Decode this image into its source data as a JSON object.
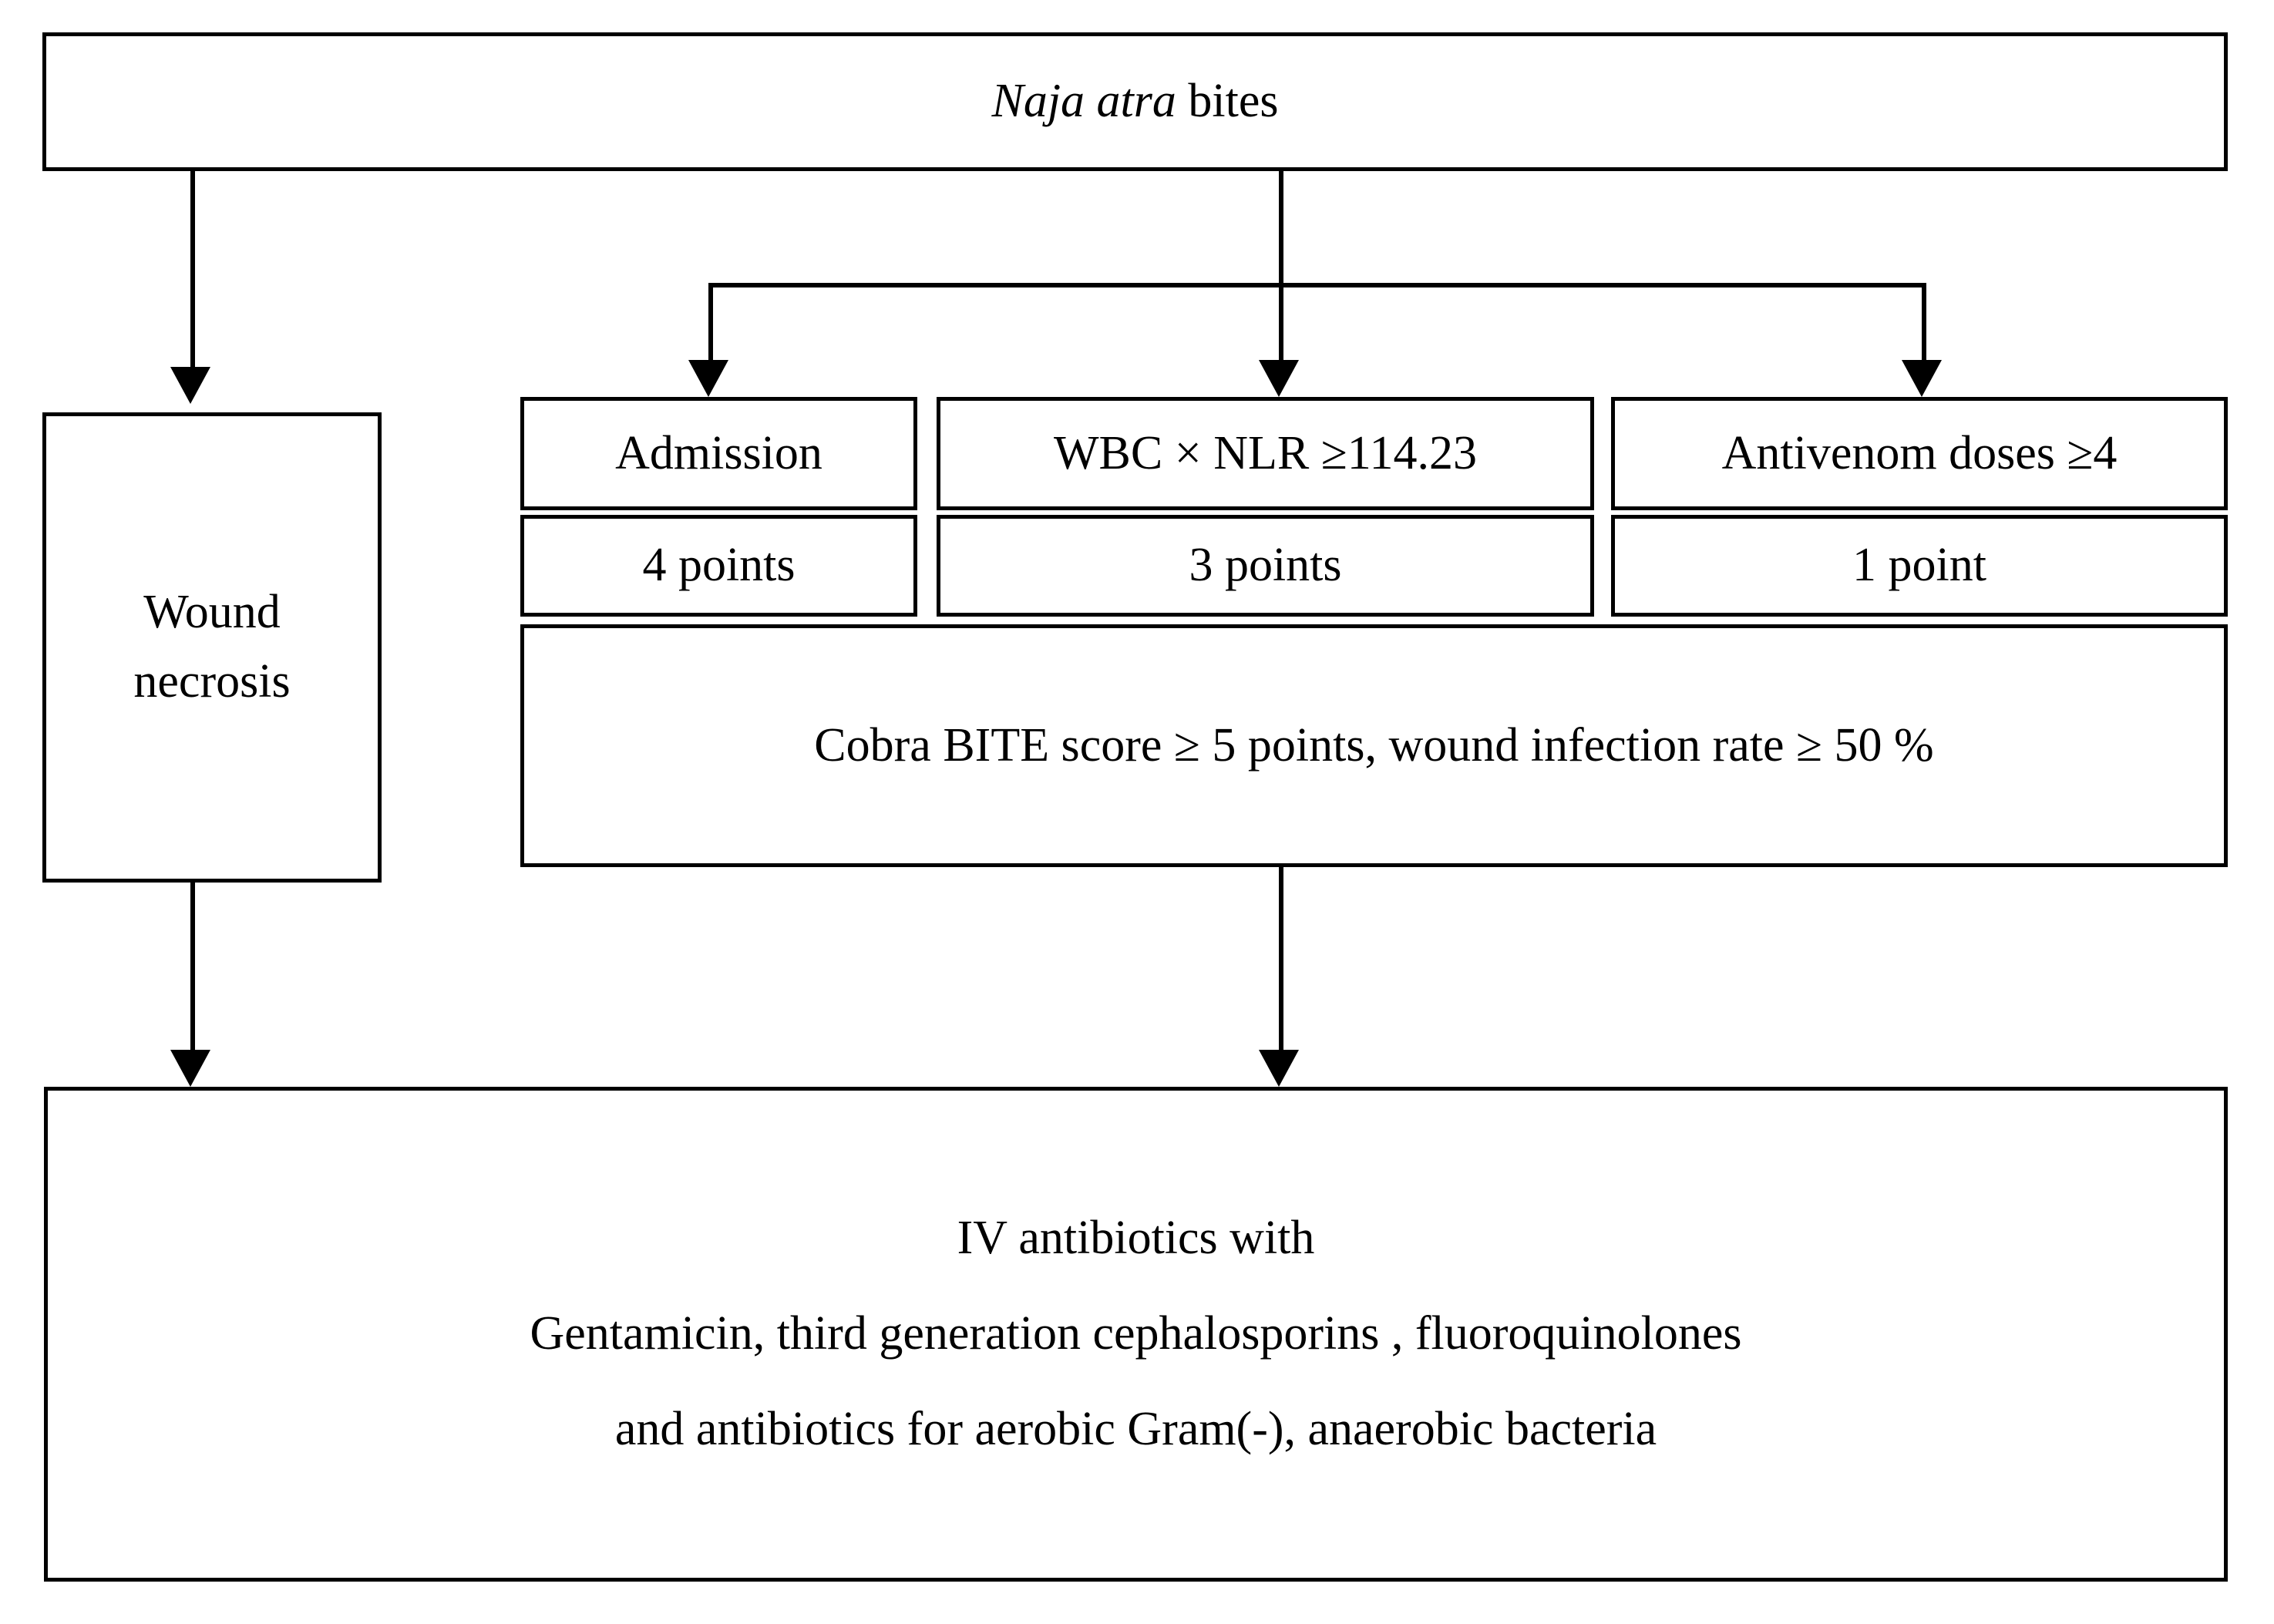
{
  "diagram": {
    "title": "Cobra BITE score clinical management flowchart",
    "type": "flowchart",
    "line_color": "#000000",
    "background_color": "#ffffff"
  },
  "nodes": {
    "root": {
      "text_italic": "Naja atra",
      "text_rest": " bites",
      "full_text": "Naja atra bites"
    },
    "wound_necrosis": {
      "line1": "Wound",
      "line2": "necrosis"
    },
    "criteria": [
      {
        "label": "Admission",
        "points": "4 points"
      },
      {
        "label": "WBC × NLR ≥114.23",
        "points": "3 points"
      },
      {
        "label": "Antivenom doses ≥4",
        "points": "1 point"
      }
    ],
    "score_summary": "Cobra BITE score ≥ 5 points, wound infection rate ≥ 50 %",
    "treatment": {
      "line1": "IV antibiotics with",
      "line2": "Gentamicin, third generation cephalosporins , fluoroquinolones",
      "line3": "and antibiotics for aerobic Gram(-), anaerobic bacteria"
    }
  },
  "edges": [
    {
      "name": "root-to-wound-necrosis",
      "from": "root",
      "to": "wound_necrosis"
    },
    {
      "name": "root-to-criteria-branch",
      "from": "root",
      "to": "criteria"
    },
    {
      "name": "branch-to-admission",
      "from": "criteria_branch",
      "to": "criteria.0"
    },
    {
      "name": "branch-to-wbc-nlr",
      "from": "criteria_branch",
      "to": "criteria.1"
    },
    {
      "name": "branch-to-antivenom",
      "from": "criteria_branch",
      "to": "criteria.2"
    },
    {
      "name": "wound-necrosis-to-treatment",
      "from": "wound_necrosis",
      "to": "treatment"
    },
    {
      "name": "score-to-treatment",
      "from": "score_summary",
      "to": "treatment"
    }
  ]
}
